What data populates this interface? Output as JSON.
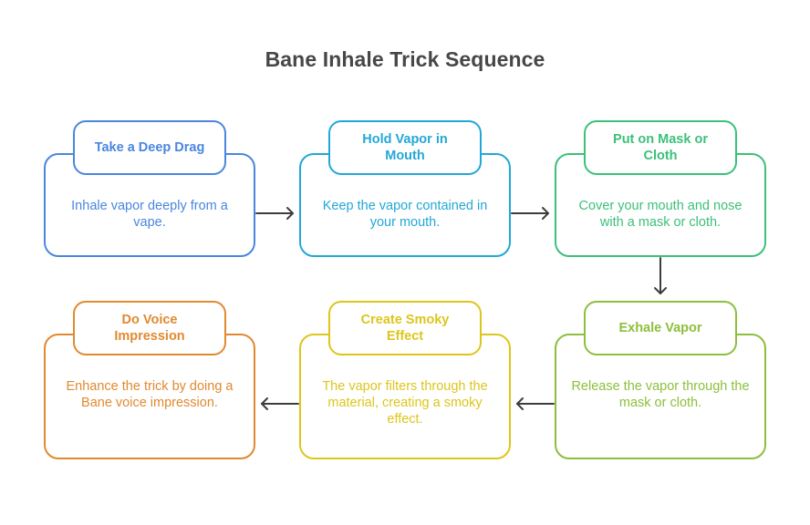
{
  "title": "Bane Inhale Trick Sequence",
  "steps": [
    {
      "title": "Take a Deep Drag",
      "description": "Inhale vapor deeply from a vape.",
      "color": "#4a86df"
    },
    {
      "title": "Hold Vapor in Mouth",
      "description": "Keep the vapor contained in your mouth.",
      "color": "#22a8d6"
    },
    {
      "title": "Put on Mask or Cloth",
      "description": "Cover your mouth and nose with a mask or cloth.",
      "color": "#3cc07a"
    },
    {
      "title": "Exhale Vapor",
      "description": "Release the vapor through the mask or cloth.",
      "color": "#8dbf3c"
    },
    {
      "title": "Create Smoky Effect",
      "description": "The vapor filters through the material, creating a smoky effect.",
      "color": "#dcc61c"
    },
    {
      "title": "Do Voice Impression",
      "description": "Enhance the trick by doing a Bane voice impression.",
      "color": "#e08a30"
    }
  ],
  "arrow_color": "#3d3d3d"
}
